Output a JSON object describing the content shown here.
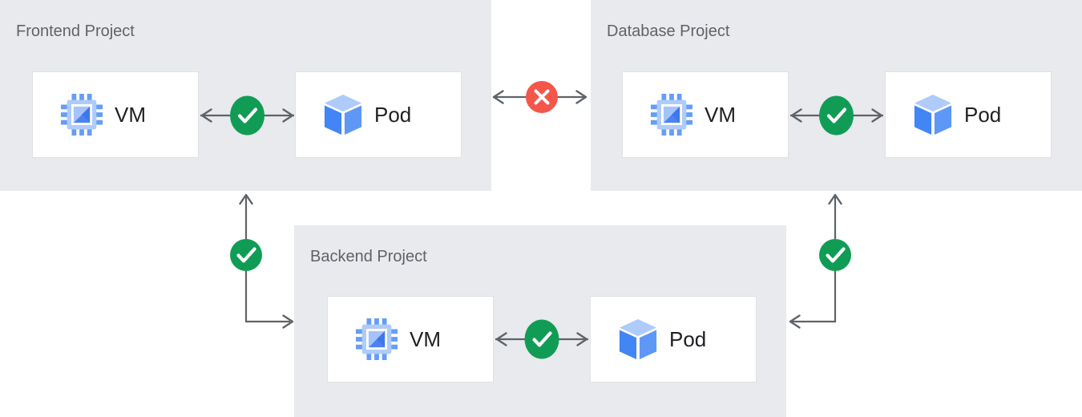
{
  "diagram": {
    "type": "cloud-architecture-diagram",
    "projects": [
      {
        "id": "frontend-project",
        "title": "Frontend Project",
        "nodes": [
          {
            "id": "frontend-vm",
            "label": "VM",
            "icon": "compute-engine-vm-icon"
          },
          {
            "id": "frontend-pod",
            "label": "Pod",
            "icon": "kubernetes-pod-icon"
          }
        ]
      },
      {
        "id": "database-project",
        "title": "Database Project",
        "nodes": [
          {
            "id": "database-vm",
            "label": "VM",
            "icon": "compute-engine-vm-icon"
          },
          {
            "id": "database-pod",
            "label": "Pod",
            "icon": "kubernetes-pod-icon"
          }
        ]
      },
      {
        "id": "backend-project",
        "title": "Backend Project",
        "nodes": [
          {
            "id": "backend-vm",
            "label": "VM",
            "icon": "compute-engine-vm-icon"
          },
          {
            "id": "backend-pod",
            "label": "Pod",
            "icon": "kubernetes-pod-icon"
          }
        ]
      }
    ],
    "links": [
      {
        "from": "frontend-vm",
        "to": "frontend-pod",
        "status": "allowed",
        "badge": "check-circle-icon",
        "arrows": "bidirectional"
      },
      {
        "from": "database-vm",
        "to": "database-pod",
        "status": "allowed",
        "badge": "check-circle-icon",
        "arrows": "bidirectional"
      },
      {
        "from": "backend-vm",
        "to": "backend-pod",
        "status": "allowed",
        "badge": "check-circle-icon",
        "arrows": "bidirectional"
      },
      {
        "from": "frontend-project",
        "to": "database-project",
        "status": "blocked",
        "badge": "x-circle-icon",
        "arrows": "bidirectional"
      },
      {
        "from": "frontend-project",
        "to": "backend-project",
        "status": "allowed",
        "badge": "check-circle-icon",
        "arrows": "bidirectional"
      },
      {
        "from": "database-project",
        "to": "backend-project",
        "status": "allowed",
        "badge": "check-circle-icon",
        "arrows": "bidirectional"
      }
    ],
    "colors": {
      "panel_background": "#E8EAED",
      "node_background": "#FFFFFF",
      "node_border": "#DFE1E5",
      "allowed_green": "#119C55",
      "blocked_red": "#F4564A",
      "arrow_gray": "#5F6368",
      "title_gray": "#5F6368",
      "label_dark": "#202124",
      "icon_blue_light": "#AECBFA",
      "icon_blue_medium": "#669DF6",
      "icon_blue_dark": "#4285F4"
    }
  }
}
